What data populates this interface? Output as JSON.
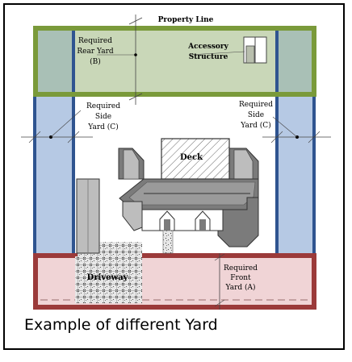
{
  "title": "Property Line",
  "caption": "Example of different Yard",
  "labels": {
    "rear_yard": [
      "Required",
      "Rear Yard",
      "(B)"
    ],
    "accessory": [
      "Accessory",
      "Structure"
    ],
    "side_yard_left": [
      "Required",
      "Side",
      "Yard (C)"
    ],
    "side_yard_right": [
      "Required",
      "Side",
      "Yard (C)"
    ],
    "deck": "Deck",
    "driveway": "Driveway",
    "front_yard": [
      "Required",
      "Front",
      "Yard (A)"
    ]
  },
  "colors": {
    "rear_yard_border": "#7a9a3a",
    "rear_yard_fill": "#c9d7b8",
    "side_yard_border": "#2f5490",
    "side_yard_fill": "#b6c9e4",
    "front_yard_border": "#9b3a3a",
    "front_yard_fill": "#f0d4d6",
    "roof_dark": "#7b7b7b",
    "roof_light": "#bdbdbd"
  }
}
